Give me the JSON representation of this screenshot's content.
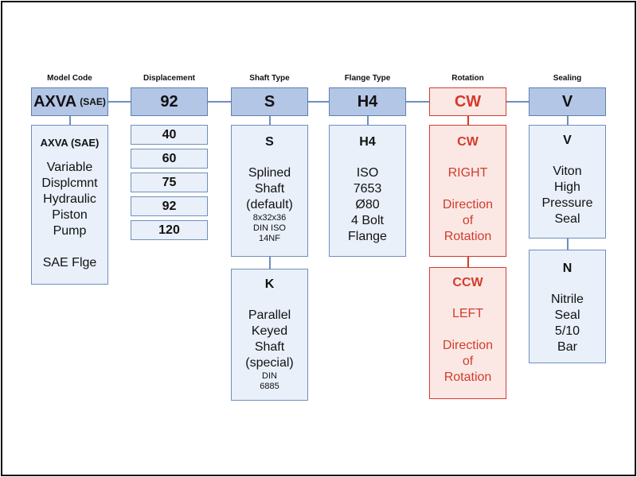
{
  "headers": {
    "model_code": "Model Code",
    "displacement": "Displacement",
    "shaft_type": "Shaft Type",
    "flange_type": "Flange Type",
    "rotation": "Rotation",
    "sealing": "Sealing"
  },
  "code": {
    "model": "AXVA",
    "model_suffix": "(SAE)",
    "displacement": "92",
    "shaft": "S",
    "flange": "H4",
    "rotation": "CW",
    "sealing": "V"
  },
  "model_desc": {
    "title": "AXVA (SAE)",
    "lines": [
      "Variable",
      "Displcmnt",
      "Hydraulic",
      "Piston",
      "Pump"
    ],
    "flange": "SAE Flge"
  },
  "displacement_options": [
    "40",
    "60",
    "75",
    "92",
    "120"
  ],
  "shaft_options": [
    {
      "code": "S",
      "lines": [
        "Splined",
        "Shaft",
        "(default)"
      ],
      "small": [
        "8x32x36",
        "DIN ISO",
        "14NF"
      ]
    },
    {
      "code": "K",
      "lines": [
        "Parallel",
        "Keyed",
        "Shaft",
        "(special)"
      ],
      "small": [
        "DIN",
        "6885"
      ]
    }
  ],
  "flange_option": {
    "code": "H4",
    "lines": [
      "ISO",
      "7653",
      "Ø80",
      "4 Bolt",
      "Flange"
    ]
  },
  "rotation_options": [
    {
      "code": "CW",
      "dir": "RIGHT",
      "lines": [
        "Direction",
        "of",
        "Rotation"
      ]
    },
    {
      "code": "CCW",
      "dir": "LEFT",
      "lines": [
        "Direction",
        "of",
        "Rotation"
      ]
    }
  ],
  "sealing_options": [
    {
      "code": "V",
      "lines": [
        "Viton",
        "High",
        "Pressure",
        "Seal"
      ]
    },
    {
      "code": "N",
      "lines": [
        "Nitrile",
        "Seal",
        "5/10",
        "Bar"
      ]
    }
  ],
  "colors": {
    "blue_fill": "#b3c6e6",
    "blue_light": "#e9f0fa",
    "blue_border": "#6f8fbd",
    "red": "#d33b2c",
    "red_light": "#fbe8e5"
  }
}
